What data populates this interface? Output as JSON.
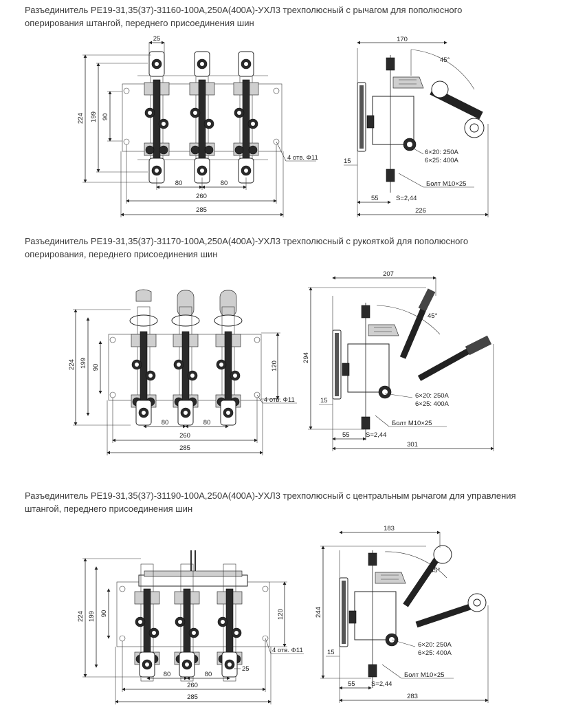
{
  "sections": [
    {
      "caption_line1": "Разъединитель РЕ19-31,35(37)-31160-100А,250А(400А)-УХЛ3 трехполюсный с рычагом для пополюсного",
      "caption_line2": "оперирования штангой, переднего присоединения шин",
      "front": {
        "top_width": "25",
        "height_outer": "224",
        "height_mid": "199",
        "height_inner": "90",
        "pitch1": "80",
        "pitch2": "80",
        "width_inner": "260",
        "width_outer": "285",
        "holes": "4 отв. Ф11"
      },
      "side": {
        "width_top": "170",
        "angle": "45°",
        "bus1": "6×20: 250А",
        "bus2": "6×25: 400А",
        "offset_left": "15",
        "bolt": "Болт М10×25",
        "offset_bottom": "55",
        "thickness": "S=2,44",
        "width_bottom": "226"
      }
    },
    {
      "caption_line1": "Разъединитель РЕ19-31,35(37)-31170-100А,250А(400А)-УХЛ3 трехполюсный с рукояткой для пополюсного",
      "caption_line2": "оперирования, переднего присоединения шин",
      "front": {
        "height_outer": "224",
        "height_mid": "199",
        "height_inner": "90",
        "height_right": "120",
        "pitch1": "80",
        "pitch2": "80",
        "width_inner": "260",
        "width_outer": "285",
        "holes": "4 отв. Ф11"
      },
      "side": {
        "width_top": "207",
        "height": "294",
        "angle": "45°",
        "bus1": "6×20: 250А",
        "bus2": "6×25: 400А",
        "offset_left": "15",
        "bolt": "Болт М10×25",
        "offset_bottom": "55",
        "thickness": "S=2,44",
        "width_bottom": "301"
      }
    },
    {
      "caption_line1": "Разъединитель РЕ19-31,35(37)-31190-100А,250А(400А)-УХЛ3 трехполюсный с центральным рычагом для управления",
      "caption_line2": "штангой, переднего присоединения шин",
      "front": {
        "height_outer": "224",
        "height_mid": "199",
        "height_inner": "90",
        "height_right": "120",
        "small": "25",
        "pitch1": "80",
        "pitch2": "80",
        "width_inner": "260",
        "width_outer": "285",
        "holes": "4 отв. Ф11"
      },
      "side": {
        "width_top": "183",
        "height": "244",
        "angle": "45°",
        "bus1": "6×20: 250А",
        "bus2": "6×25: 400А",
        "offset_left": "15",
        "bolt": "Болт М10×25",
        "offset_bottom": "55",
        "thickness": "S=2,44",
        "width_bottom": "283"
      }
    }
  ]
}
